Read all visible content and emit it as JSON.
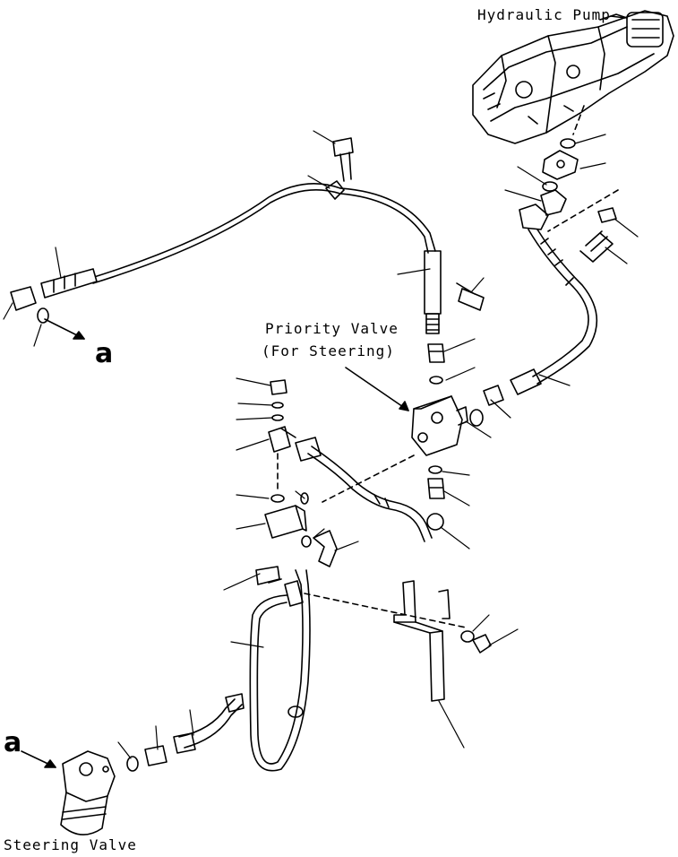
{
  "labels": {
    "hydraulic_pump": "Hydraulic Pump",
    "priority_valve_line1": "Priority Valve",
    "priority_valve_line2": "(For Steering)",
    "steering_valve": "Steering Valve",
    "ref_a_top": "a",
    "ref_a_bottom": "a"
  },
  "colors": {
    "ink": "#000000",
    "paper": "#ffffff"
  }
}
